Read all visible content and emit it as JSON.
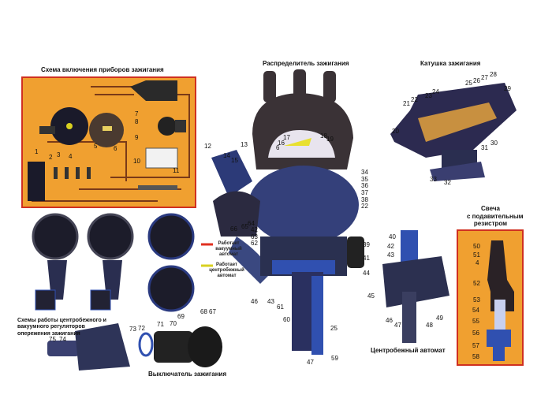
{
  "titles": {
    "wiring": "Схема включения приборов зажигания",
    "distributor": "Распределитель зажигания",
    "coil": "Катушка зажигания",
    "plug_line1": "Свеча",
    "plug_line2": "с подавительным",
    "plug_line3": "резистром",
    "regulators": "Схемы работы центробежного и вакуумного регуляторов опережения зажигания",
    "switch": "Выключатель зажигания",
    "centrifugal": "Центробежный автомат"
  },
  "legend": {
    "vacuum": "Работает вакуумный автомат",
    "centrifugal": "Работает центробежный автомат",
    "vacuum_color": "#e03020",
    "centrifugal_color": "#d8d020"
  },
  "colors": {
    "panel": "#f0a030",
    "panel_border": "#d03020",
    "metal": "#2a3050",
    "blue": "#3050b0"
  },
  "wiring_callouts": [
    "1",
    "2",
    "3",
    "4",
    "5",
    "6",
    "7",
    "8",
    "9",
    "10",
    "11"
  ],
  "distributor_callouts": [
    "12",
    "13",
    "14",
    "15",
    "16",
    "17",
    "6",
    "18",
    "19",
    "34",
    "35",
    "36",
    "37",
    "38",
    "22",
    "66",
    "65",
    "64",
    "42",
    "63",
    "62",
    "39",
    "41",
    "44",
    "46",
    "43",
    "61",
    "60",
    "25",
    "47",
    "59"
  ],
  "coil_callouts": [
    "20",
    "21",
    "22",
    "23",
    "24",
    "25",
    "26",
    "27",
    "28",
    "29",
    "30",
    "31",
    "33",
    "32"
  ],
  "centrifugal_callouts": [
    "40",
    "42",
    "43",
    "45",
    "46",
    "47",
    "48",
    "49"
  ],
  "plug_callouts": [
    "50",
    "51",
    "4",
    "52",
    "53",
    "54",
    "55",
    "56",
    "57",
    "58"
  ],
  "switch_callouts": [
    "73",
    "72",
    "71",
    "70",
    "69",
    "68",
    "67",
    "75",
    "74"
  ]
}
